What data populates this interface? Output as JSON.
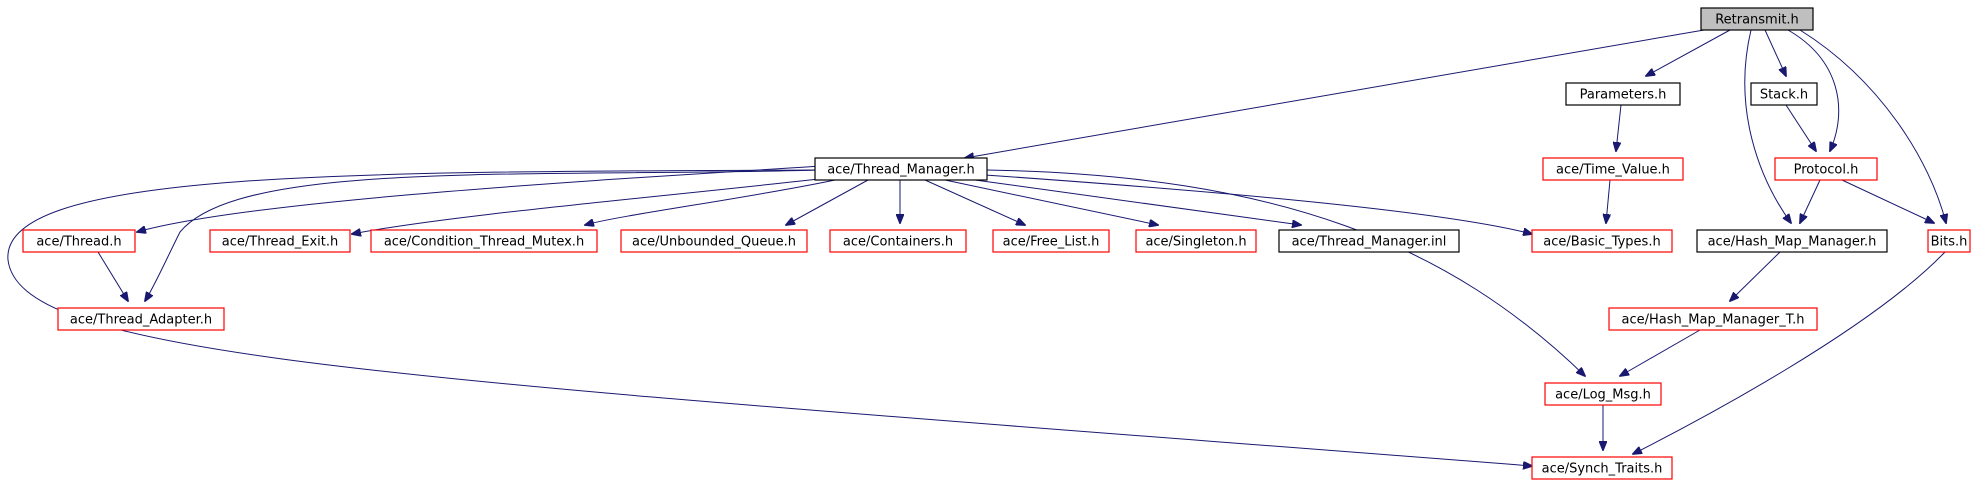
{
  "colors": {
    "edge": "#191970",
    "root_fill": "#bfbfbf",
    "documented_border": "#000000",
    "undocumented_border": "#ff0000"
  },
  "nodes": [
    {
      "id": "retransmit",
      "label": "Retransmit.h",
      "border": "black",
      "root": true
    },
    {
      "id": "parameters",
      "label": "Parameters.h",
      "border": "black"
    },
    {
      "id": "stack",
      "label": "Stack.h",
      "border": "black"
    },
    {
      "id": "thread_manager",
      "label": "ace/Thread_Manager.h",
      "border": "black"
    },
    {
      "id": "time_value",
      "label": "ace/Time_Value.h",
      "border": "red"
    },
    {
      "id": "protocol",
      "label": "Protocol.h",
      "border": "red"
    },
    {
      "id": "thread",
      "label": "ace/Thread.h",
      "border": "red"
    },
    {
      "id": "thread_exit",
      "label": "ace/Thread_Exit.h",
      "border": "red"
    },
    {
      "id": "cond_mutex",
      "label": "ace/Condition_Thread_Mutex.h",
      "border": "red"
    },
    {
      "id": "unbounded_queue",
      "label": "ace/Unbounded_Queue.h",
      "border": "red"
    },
    {
      "id": "containers",
      "label": "ace/Containers.h",
      "border": "red"
    },
    {
      "id": "free_list",
      "label": "ace/Free_List.h",
      "border": "red"
    },
    {
      "id": "singleton",
      "label": "ace/Singleton.h",
      "border": "red"
    },
    {
      "id": "thread_manager_inl",
      "label": "ace/Thread_Manager.inl",
      "border": "black"
    },
    {
      "id": "basic_types",
      "label": "ace/Basic_Types.h",
      "border": "red"
    },
    {
      "id": "hash_map_manager",
      "label": "ace/Hash_Map_Manager.h",
      "border": "black"
    },
    {
      "id": "bits",
      "label": "Bits.h",
      "border": "red"
    },
    {
      "id": "thread_adapter",
      "label": "ace/Thread_Adapter.h",
      "border": "red"
    },
    {
      "id": "hash_map_manager_t",
      "label": "ace/Hash_Map_Manager_T.h",
      "border": "red"
    },
    {
      "id": "log_msg",
      "label": "ace/Log_Msg.h",
      "border": "red"
    },
    {
      "id": "synch_traits",
      "label": "ace/Synch_Traits.h",
      "border": "red"
    }
  ],
  "edges": [
    [
      "retransmit",
      "thread_manager"
    ],
    [
      "retransmit",
      "parameters"
    ],
    [
      "retransmit",
      "stack"
    ],
    [
      "retransmit",
      "protocol"
    ],
    [
      "retransmit",
      "hash_map_manager"
    ],
    [
      "retransmit",
      "bits"
    ],
    [
      "parameters",
      "time_value"
    ],
    [
      "time_value",
      "basic_types"
    ],
    [
      "stack",
      "protocol"
    ],
    [
      "protocol",
      "hash_map_manager"
    ],
    [
      "protocol",
      "bits"
    ],
    [
      "hash_map_manager",
      "hash_map_manager_t"
    ],
    [
      "hash_map_manager_t",
      "log_msg"
    ],
    [
      "log_msg",
      "synch_traits"
    ],
    [
      "bits",
      "synch_traits"
    ],
    [
      "thread_manager",
      "thread"
    ],
    [
      "thread_manager",
      "thread_adapter"
    ],
    [
      "thread_manager",
      "thread_exit"
    ],
    [
      "thread_manager",
      "cond_mutex"
    ],
    [
      "thread_manager",
      "unbounded_queue"
    ],
    [
      "thread_manager",
      "containers"
    ],
    [
      "thread_manager",
      "free_list"
    ],
    [
      "thread_manager",
      "singleton"
    ],
    [
      "thread_manager",
      "thread_manager_inl"
    ],
    [
      "thread_manager",
      "basic_types"
    ],
    [
      "thread_manager",
      "log_msg"
    ],
    [
      "thread_manager",
      "synch_traits"
    ],
    [
      "thread",
      "thread_adapter"
    ]
  ]
}
